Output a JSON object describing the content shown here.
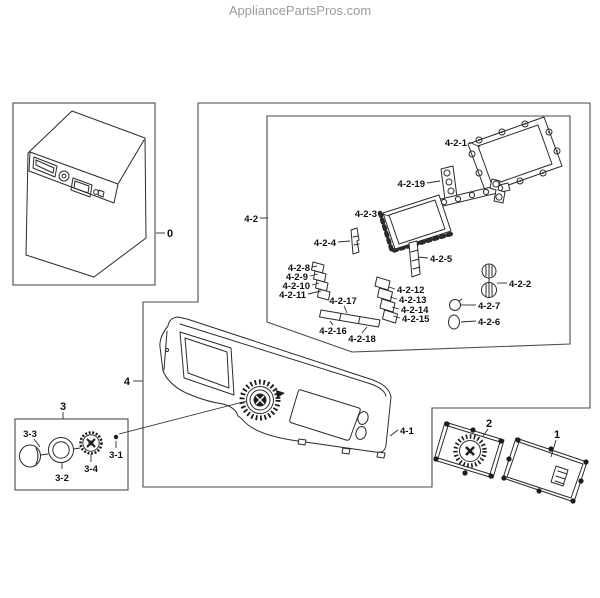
{
  "brand": {
    "watermark": "AppliancePartsPros.com"
  },
  "parts": {
    "p0": "0",
    "p1": "1",
    "p2": "2",
    "p3": "3",
    "p3_1": "3-1",
    "p3_2": "3-2",
    "p3_3": "3-3",
    "p3_4": "3-4",
    "p4": "4",
    "p4_1": "4-1",
    "p4_2": "4-2",
    "p4_2_1": "4-2-1",
    "p4_2_2": "4-2-2",
    "p4_2_3": "4-2-3",
    "p4_2_4": "4-2-4",
    "p4_2_5": "4-2-5",
    "p4_2_6": "4-2-6",
    "p4_2_7": "4-2-7",
    "p4_2_8": "4-2-8",
    "p4_2_9": "4-2-9",
    "p4_2_10": "4-2-10",
    "p4_2_11": "4-2-11",
    "p4_2_12": "4-2-12",
    "p4_2_13": "4-2-13",
    "p4_2_14": "4-2-14",
    "p4_2_15": "4-2-15",
    "p4_2_16": "4-2-16",
    "p4_2_17": "4-2-17",
    "p4_2_18": "4-2-18",
    "p4_2_19": "4-2-19"
  }
}
